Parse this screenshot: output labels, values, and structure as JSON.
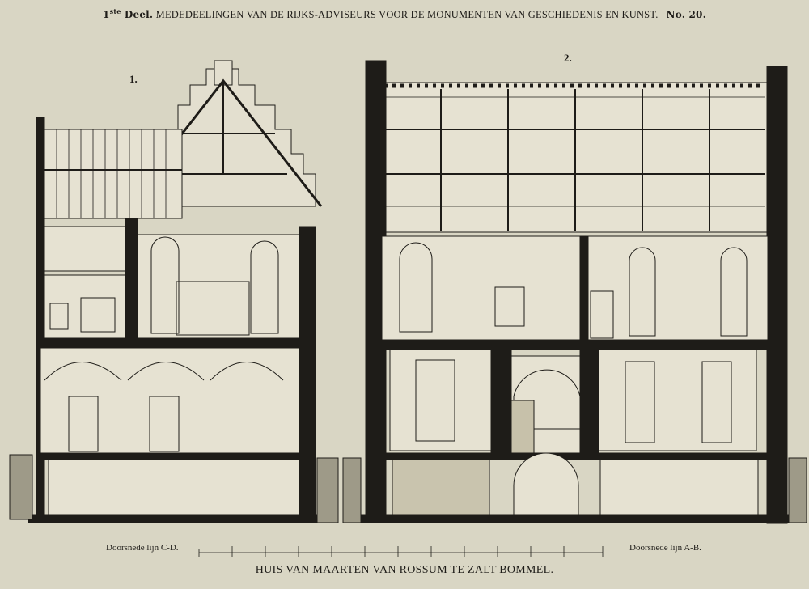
{
  "header": {
    "part_sup": "ste",
    "part_num": "1",
    "part_label": "Deel.",
    "publication": "MEDEDEELINGEN VAN DE RIJKS-ADVISEURS VOOR DE MONUMENTEN VAN GESCHIEDENIS EN KUNST.",
    "number": "No. 20."
  },
  "figures": {
    "fig1": "1.",
    "fig2": "2."
  },
  "scale": {
    "left_label": "Doorsnede lijn C-D.",
    "right_label": "Doorsnede lijn A-B."
  },
  "title": "HUIS VAN MAARTEN VAN ROSSUM TE ZALT BOMMEL.",
  "colors": {
    "paper": "#d9d6c4",
    "ink": "#1e1c18",
    "wall": "#e6e2d2"
  }
}
